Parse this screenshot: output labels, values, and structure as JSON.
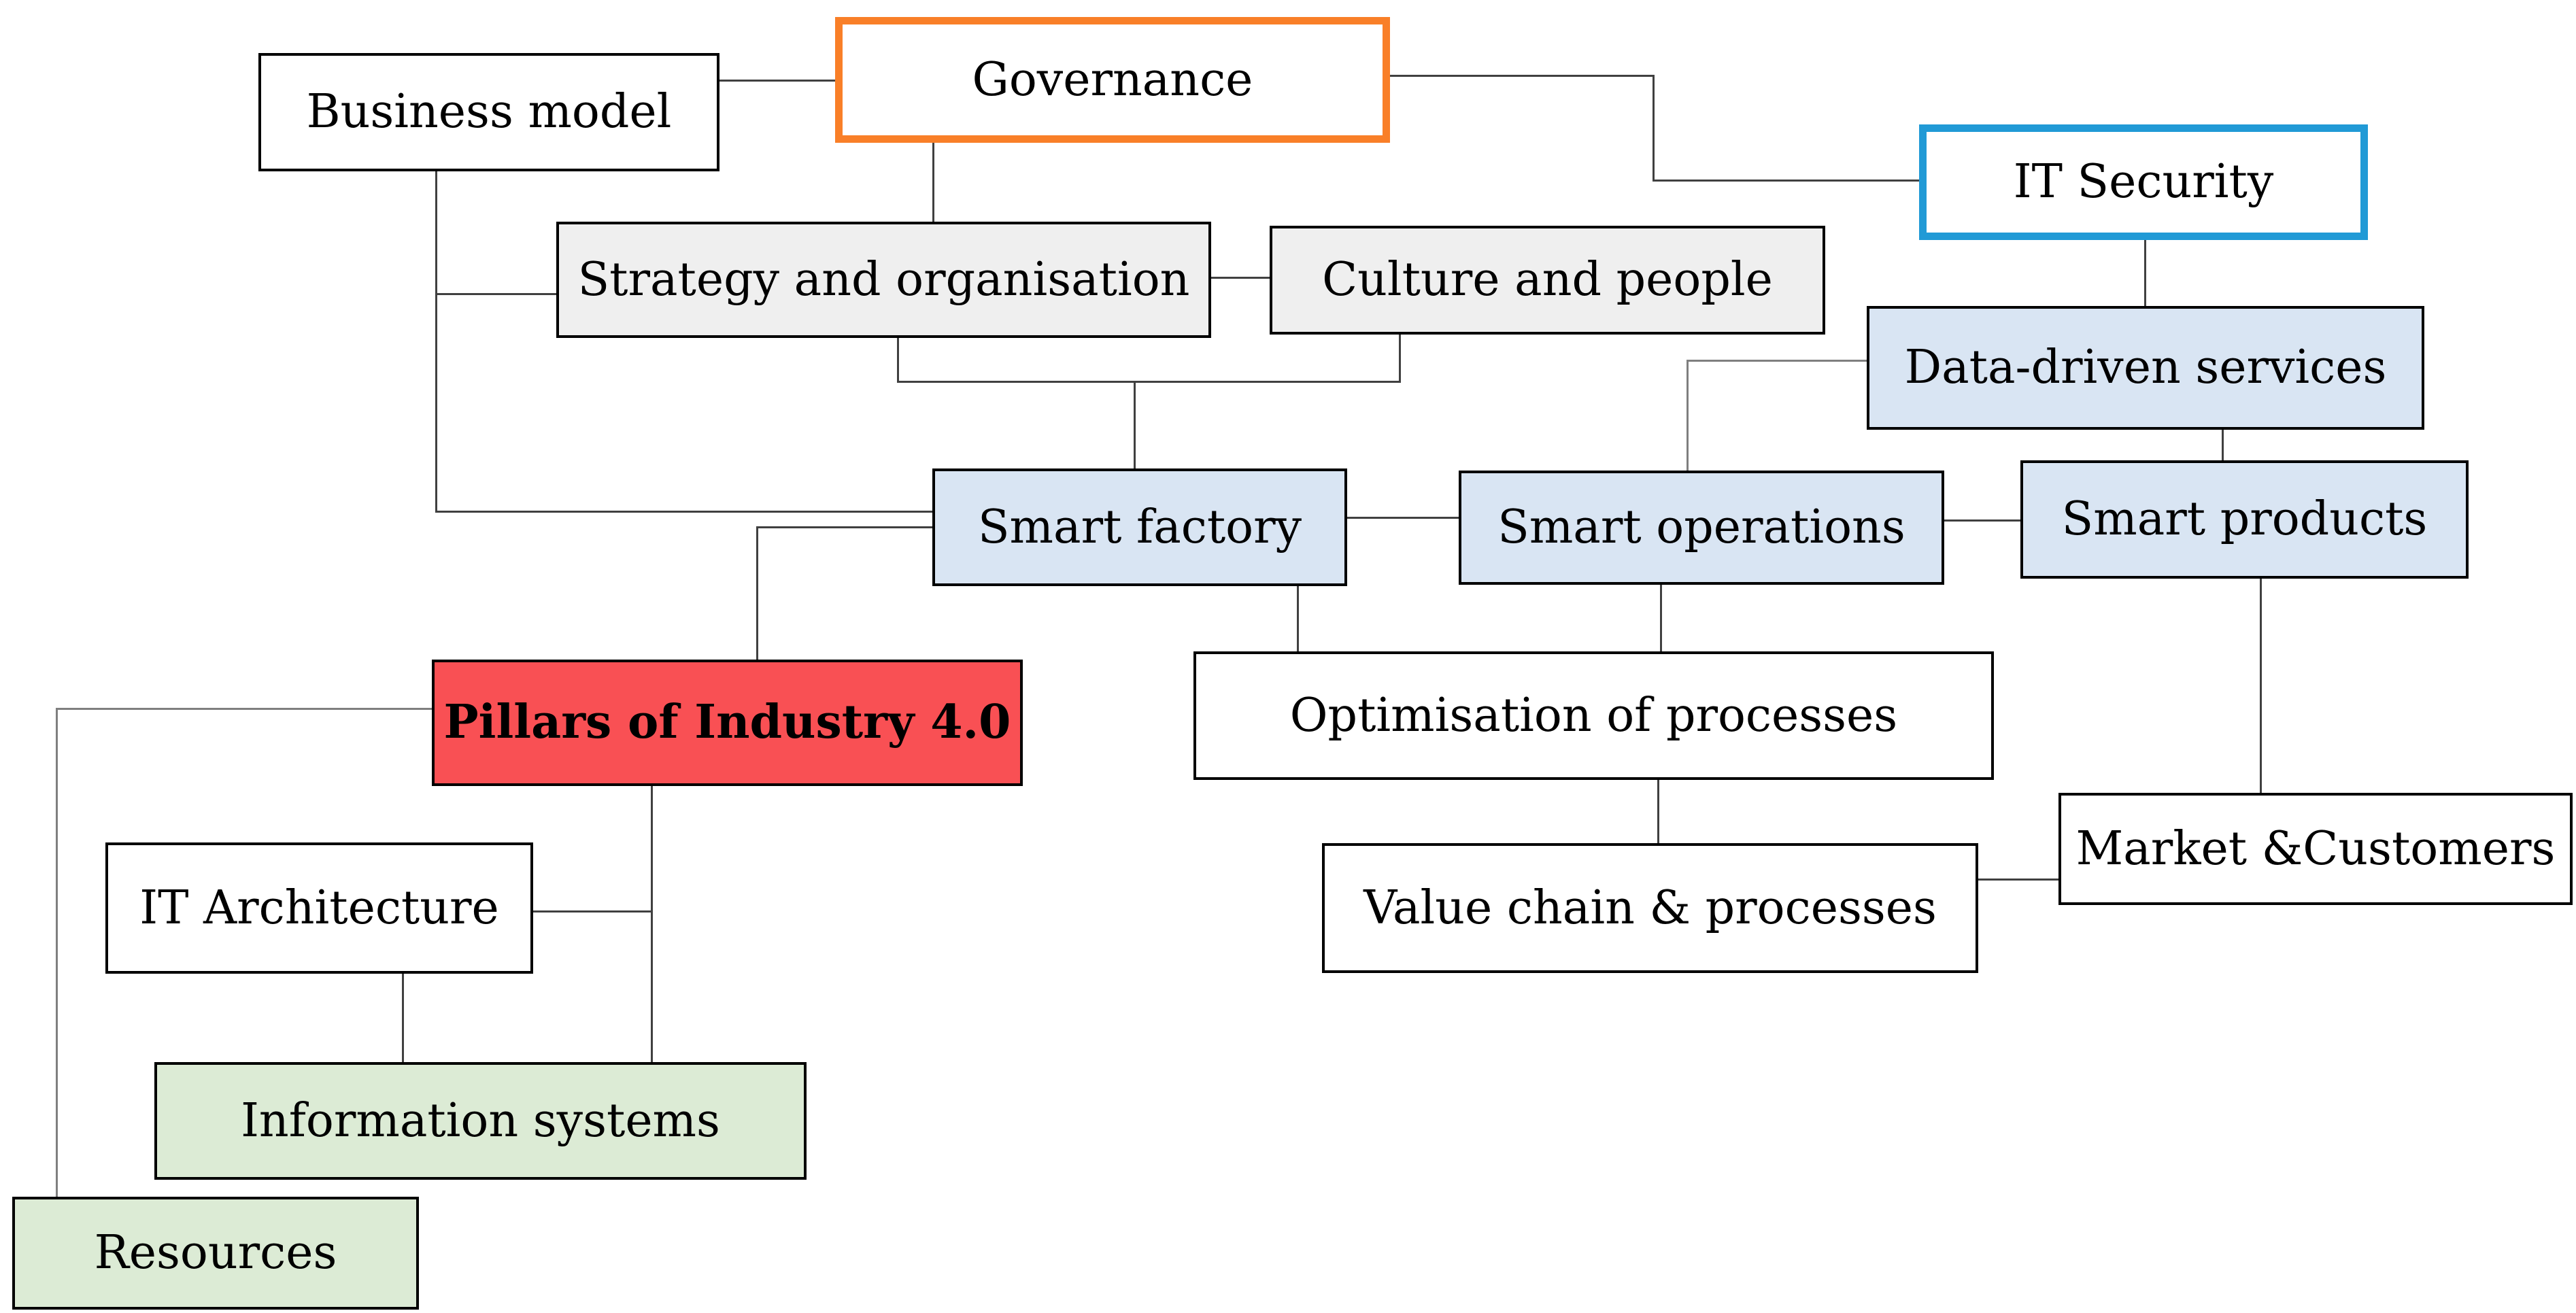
{
  "figure": {
    "type": "flowchart-concept-diagram",
    "background": "#ffffff",
    "node_count": 16
  },
  "colors": {
    "highlight_border_orange": "#F97F28",
    "highlight_border_blue": "#219AD6",
    "fill_light_blue": "#D9E5F3",
    "fill_light_gray": "#EFEFEF",
    "fill_red": "#F95054",
    "fill_light_green": "#DCEBD5",
    "fill_white": "#ffffff",
    "box_border": "#000000",
    "connector": "#404040",
    "connector_gray": "#7f7f7f",
    "text": "#000000"
  },
  "nodes": {
    "business_model": {
      "label": "Business model",
      "fill": "#ffffff",
      "border": "#000000"
    },
    "governance": {
      "label": "Governance",
      "fill": "#ffffff",
      "border": "#F97F28"
    },
    "it_security": {
      "label": "IT Security",
      "fill": "#ffffff",
      "border": "#219AD6"
    },
    "strategy": {
      "label": "Strategy and organisation",
      "fill": "#EFEFEF",
      "border": "#000000"
    },
    "culture": {
      "label": "Culture and people",
      "fill": "#EFEFEF",
      "border": "#000000"
    },
    "data_driven": {
      "label": "Data-driven services",
      "fill": "#D9E5F3",
      "border": "#000000"
    },
    "smart_factory": {
      "label": "Smart factory",
      "fill": "#D9E5F3",
      "border": "#000000"
    },
    "smart_operations": {
      "label": "Smart operations",
      "fill": "#D9E5F3",
      "border": "#000000"
    },
    "smart_products": {
      "label": "Smart products",
      "fill": "#D9E5F3",
      "border": "#000000"
    },
    "pillars": {
      "label": "Pillars of Industry 4.0",
      "fill": "#F95054",
      "border": "#000000",
      "bold": true
    },
    "optimisation": {
      "label": "Optimisation of processes",
      "fill": "#ffffff",
      "border": "#000000"
    },
    "market": {
      "label": "Market &Customers",
      "fill": "#ffffff",
      "border": "#000000"
    },
    "value_chain": {
      "label": "Value chain & processes",
      "fill": "#ffffff",
      "border": "#000000"
    },
    "it_architecture": {
      "label": "IT Architecture",
      "fill": "#ffffff",
      "border": "#000000"
    },
    "information_systems": {
      "label": "Information systems",
      "fill": "#DCEBD5",
      "border": "#000000"
    },
    "resources": {
      "label": "Resources",
      "fill": "#DCEBD5",
      "border": "#000000"
    }
  },
  "edges": [
    {
      "from": "business_model",
      "to": "governance"
    },
    {
      "from": "business_model",
      "to": "strategy"
    },
    {
      "from": "business_model",
      "to": "smart_factory"
    },
    {
      "from": "governance",
      "to": "strategy"
    },
    {
      "from": "governance",
      "to": "it_security"
    },
    {
      "from": "strategy",
      "to": "culture"
    },
    {
      "from": "strategy",
      "to": "smart_factory"
    },
    {
      "from": "culture",
      "to": "smart_factory"
    },
    {
      "from": "it_security",
      "to": "data_driven"
    },
    {
      "from": "data_driven",
      "to": "smart_operations"
    },
    {
      "from": "data_driven",
      "to": "smart_products"
    },
    {
      "from": "smart_factory",
      "to": "smart_operations"
    },
    {
      "from": "smart_operations",
      "to": "smart_products"
    },
    {
      "from": "smart_factory",
      "to": "pillars"
    },
    {
      "from": "smart_factory",
      "to": "optimisation"
    },
    {
      "from": "smart_operations",
      "to": "optimisation"
    },
    {
      "from": "optimisation",
      "to": "value_chain"
    },
    {
      "from": "smart_products",
      "to": "market"
    },
    {
      "from": "value_chain",
      "to": "market"
    },
    {
      "from": "pillars",
      "to": "resources"
    },
    {
      "from": "pillars",
      "to": "information_systems"
    },
    {
      "from": "it_architecture",
      "to": "pillars"
    },
    {
      "from": "it_architecture",
      "to": "information_systems"
    }
  ]
}
